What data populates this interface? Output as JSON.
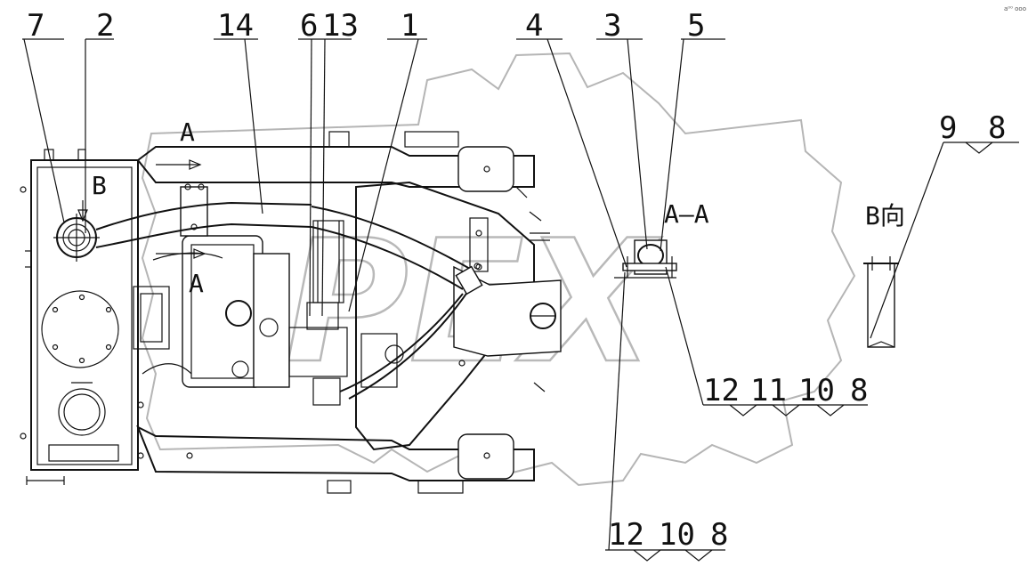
{
  "watermark": {
    "text": "PEX"
  },
  "corner_mark": "a⁰⁰ ooo",
  "views": {
    "section_a_arrow_top": "A",
    "section_a_arrow_bottom": "A",
    "view_b_arrow": "B",
    "section_title": "A—A",
    "view_b_title": "B向"
  },
  "callouts_top": [
    "7",
    "2",
    "14",
    "6",
    "13",
    "1",
    "4",
    "3",
    "5"
  ],
  "callout_right_group": [
    "9",
    "8"
  ],
  "callout_mid_group": [
    "12",
    "11",
    "10",
    "8"
  ],
  "callout_bottom_group": [
    "12",
    "10",
    "8"
  ]
}
